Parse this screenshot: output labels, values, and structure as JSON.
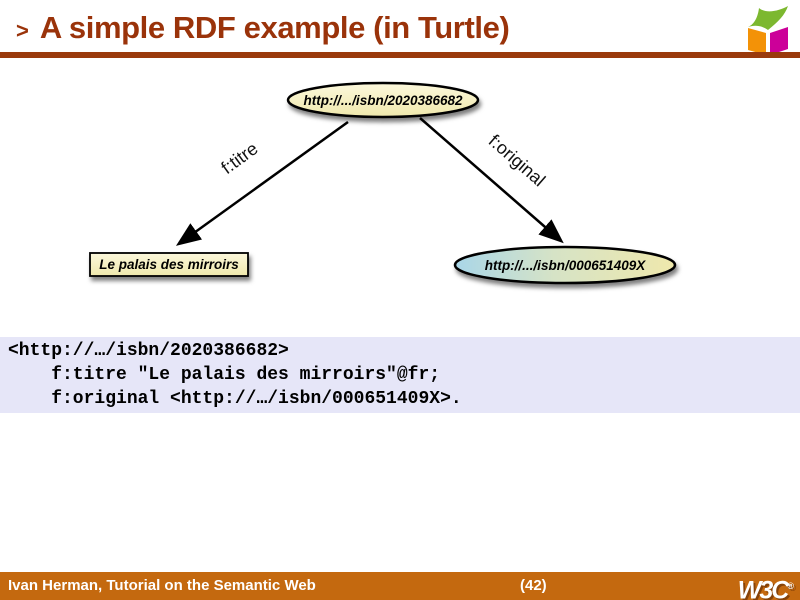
{
  "header": {
    "bullet": ">",
    "title": "A simple RDF example (in Turtle)"
  },
  "logo": {
    "green": "#7CB82F",
    "orange": "#F39207",
    "magenta": "#CC0099"
  },
  "colors": {
    "title": "#9A330A",
    "rule": "#9A3A0C",
    "footer_bg": "#C4690F",
    "code_bg": "#E6E6F8",
    "node_cream_light": "#FCF8DC",
    "node_cream": "#EFE8AC",
    "node_blue": "#A9D6E8",
    "node_blue_mid": "#D6E3C6",
    "arrow": "#000000"
  },
  "diagram": {
    "subject_label": "http://.../isbn/2020386682",
    "titre_label": "f:titre",
    "original_label": "f:original",
    "literal_label": "Le palais des mirroirs",
    "object_label": "http://.../isbn/000651409X"
  },
  "code": {
    "lines": [
      "<http://…/isbn/2020386682>",
      "    f:titre \"Le palais des mirroirs\"@fr;",
      "    f:original <http://…/isbn/000651409X>."
    ]
  },
  "footer": {
    "author": "Ivan Herman, Tutorial on the Semantic Web",
    "page": "(42)",
    "w3c_text": "W3C",
    "w3c_sup": "®"
  }
}
